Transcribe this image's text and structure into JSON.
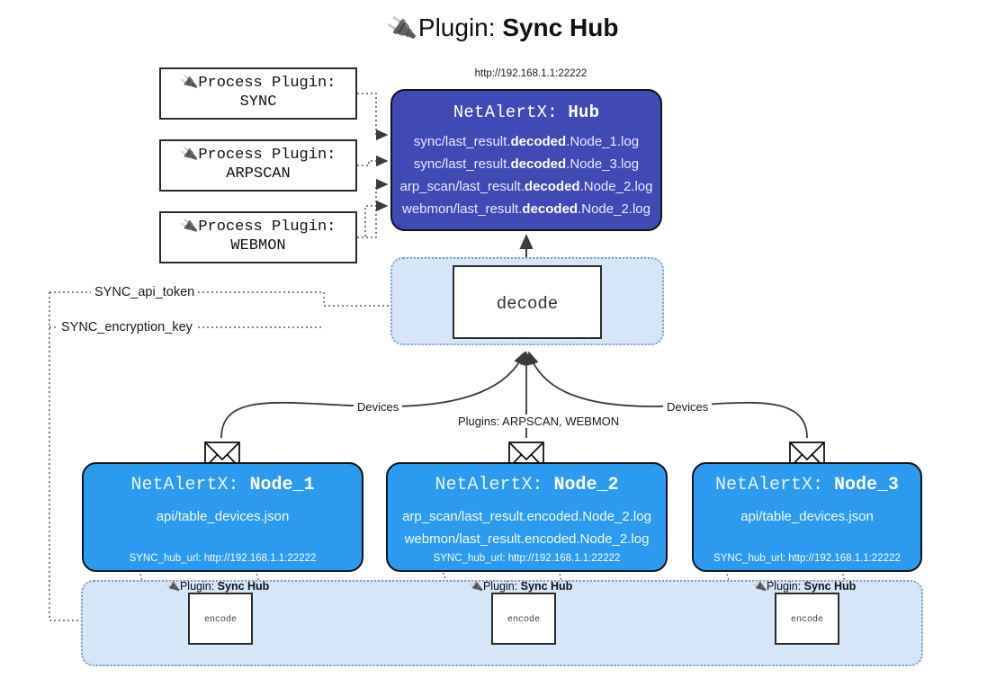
{
  "title": {
    "plug_icon": "plug-icon",
    "prefix": "Plugin: ",
    "name": "Sync Hub"
  },
  "hub": {
    "url": "http://192.168.1.1:22222",
    "label_prefix": "NetAlertX: ",
    "label_name": "Hub",
    "rows": [
      {
        "pre": "sync/last_result.",
        "mid": "decoded",
        "post": ".Node_1.log"
      },
      {
        "pre": "sync/last_result.",
        "mid": "decoded",
        "post": ".Node_3.log"
      },
      {
        "pre": "arp_scan/last_result.",
        "mid": "decoded",
        "post": ".Node_2.log"
      },
      {
        "pre": "webmon/last_result.",
        "mid": "decoded",
        "post": ".Node_2.log"
      }
    ]
  },
  "process_plugins": [
    {
      "icon": "plug-icon",
      "line1": "Process Plugin:",
      "line2": "SYNC"
    },
    {
      "icon": "plug-icon",
      "line1": "Process Plugin:",
      "line2": "ARPSCAN"
    },
    {
      "icon": "plug-icon",
      "line1": "Process Plugin:",
      "line2": "WEBMON"
    }
  ],
  "decode": {
    "label": "decode"
  },
  "keys": {
    "api_token": "SYNC_api_token",
    "encryption_key": "SYNC_encryption_key"
  },
  "edge_labels": {
    "devices_left": "Devices",
    "devices_right": "Devices",
    "plugins_mid": "Plugins: ARPSCAN, WEBMON"
  },
  "nodes": [
    {
      "icon": "envelope-icon",
      "label_prefix": "NetAlertX: ",
      "label_name": "Node_1",
      "lines": [
        "api/table_devices.json"
      ],
      "footer": "SYNC_hub_url: http://192.168.1.1:22222"
    },
    {
      "icon": "envelope-icon",
      "label_prefix": "NetAlertX: ",
      "label_name": "Node_2",
      "lines": [
        "arp_scan/last_result.encoded.Node_2.log",
        "webmon/last_result.encoded.Node_2.log"
      ],
      "footer": "SYNC_hub_url: http://192.168.1.1:22222"
    },
    {
      "icon": "envelope-icon",
      "label_prefix": "NetAlertX: ",
      "label_name": "Node_3",
      "lines": [
        "api/table_devices.json"
      ],
      "footer": "SYNC_hub_url: http://192.168.1.1:22222"
    }
  ],
  "encoders": [
    {
      "icon": "plug-icon",
      "caption_prefix": "Plugin: ",
      "caption_name": "Sync Hub",
      "label": "encode"
    },
    {
      "icon": "plug-icon",
      "caption_prefix": "Plugin: ",
      "caption_name": "Sync Hub",
      "label": "encode"
    },
    {
      "icon": "plug-icon",
      "caption_prefix": "Plugin: ",
      "caption_name": "Sync Hub",
      "label": "encode"
    }
  ],
  "colors": {
    "hub_fill": "#3f4ab5",
    "node_fill": "#2c9bef",
    "panel_fill": "#d4e6f8",
    "panel_border": "#7f9fc0",
    "stroke": "#2b2b2b",
    "page_bg": "#ffffff"
  }
}
